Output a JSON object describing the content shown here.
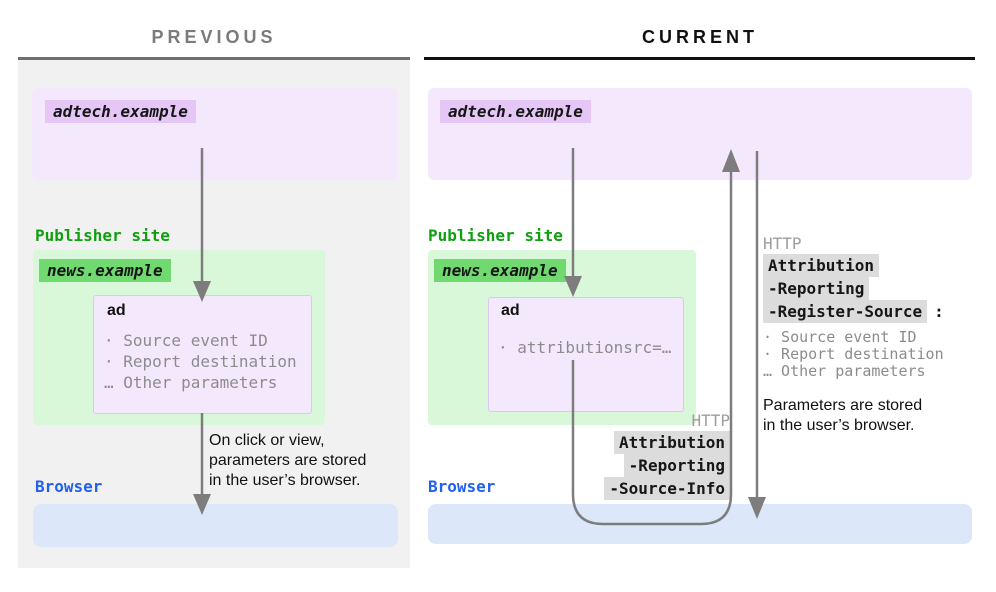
{
  "diagram": {
    "previous": {
      "title": "PREVIOUS",
      "adtech": {
        "label": "adtech.example"
      },
      "publisher": {
        "label": "Publisher site",
        "site": "news.example"
      },
      "ad": {
        "title": "ad",
        "items": [
          "· Source event ID",
          "· Report destination",
          "… Other parameters"
        ]
      },
      "note_lines": [
        "On click or view,",
        "parameters are stored",
        "in the user’s browser."
      ],
      "browser": {
        "label": "Browser"
      }
    },
    "current": {
      "title": "CURRENT",
      "adtech": {
        "label": "adtech.example"
      },
      "publisher": {
        "label": "Publisher site",
        "site": "news.example"
      },
      "ad": {
        "title": "ad",
        "items": [
          "· attributionsrc=…"
        ]
      },
      "request": {
        "protocol": "HTTP",
        "headers": [
          "Attribution",
          "-Reporting",
          "-Source-Info"
        ]
      },
      "response": {
        "protocol": "HTTP",
        "headers": [
          "Attribution",
          "-Reporting",
          "-Register-Source"
        ],
        "colon": ":",
        "params": [
          "· Source event ID",
          "· Report destination",
          "… Other parameters"
        ],
        "note_lines": [
          "Parameters are stored",
          "in the user’s browser."
        ]
      },
      "browser": {
        "label": "Browser"
      }
    },
    "colors": {
      "adtech_box": "#f4e9fc",
      "adtech_chip": "#e4c7f7",
      "publisher_box": "#d9f8d9",
      "publisher_chip": "#70d970",
      "publisher_text": "#0f9f0f",
      "browser_box": "#dde7fa",
      "browser_text": "#2160f0",
      "arrow": "#7d7d7d",
      "http_highlight": "#dcdcdc",
      "muted_text": "#8c8c8c",
      "previous_panel": "#f1f1f1"
    }
  }
}
